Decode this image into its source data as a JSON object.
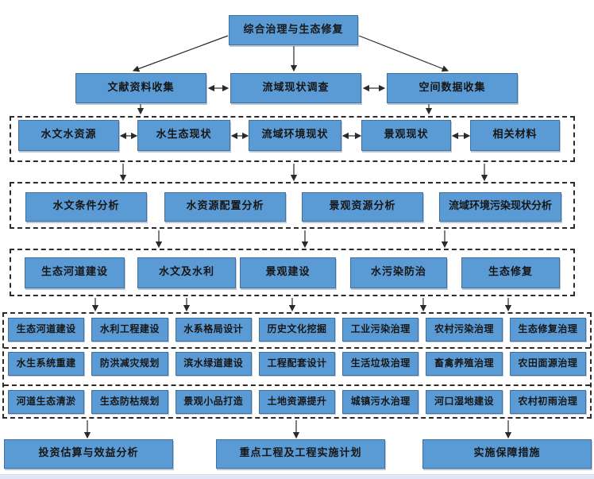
{
  "colors": {
    "node_fill": "#5b9bd5",
    "node_border": "#41719c",
    "connector": "#2a2a2a",
    "bottom_strip": "#dfe8f4"
  },
  "nodes": {
    "root": "综合治理与生态修复",
    "collect": [
      "文献资料收集",
      "流域现状调查",
      "空间数据收集"
    ],
    "status": [
      "水文水资源",
      "水生态现状",
      "流域环境现状",
      "景观现状",
      "相关材料"
    ],
    "analysis": [
      "水文条件分析",
      "水资源配置分析",
      "景观资源分析",
      "流域环境污染现状分析"
    ],
    "planning": [
      "生态河道建设",
      "水文及水利",
      "景观建设",
      "水污染防治",
      "生态修复"
    ],
    "measures": [
      [
        "生态河道建设",
        "水利工程建设",
        "水系格局设计",
        "历史文化挖掘",
        "工业污染治理",
        "农村污染治理",
        "生态修复治理"
      ],
      [
        "水生系统重建",
        "防洪减灾规划",
        "滨水绿道建设",
        "工程配套设计",
        "生活垃圾治理",
        "畜禽养殖治理",
        "农田面源治理"
      ],
      [
        "河道生态清淤",
        "生态防枯规划",
        "景观小品打造",
        "土地资源提升",
        "城镇污水治理",
        "河口湿地建设",
        "农村初雨治理"
      ]
    ],
    "outputs": [
      "投资估算与效益分析",
      "重点工程及工程实施计划",
      "实施保障措施"
    ]
  }
}
